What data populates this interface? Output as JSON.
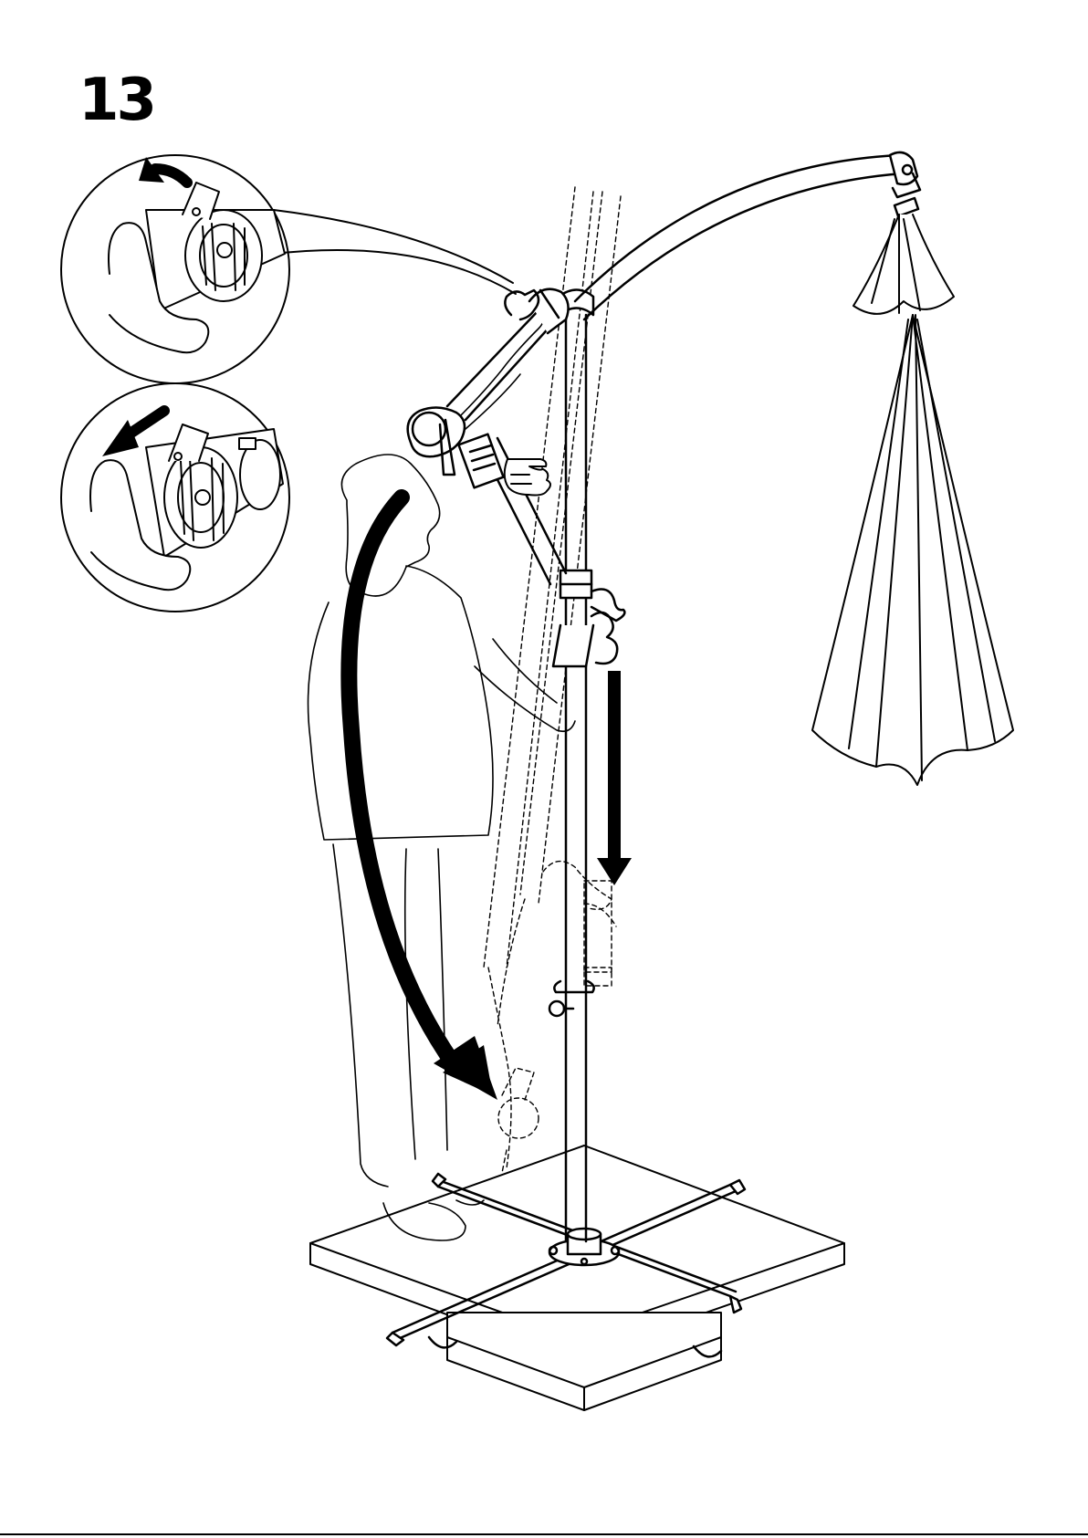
{
  "step": {
    "number": "13"
  },
  "illustration": {
    "subject": "cantilever-umbrella-lowering",
    "detail_insets": [
      "lever-release-inset",
      "lever-lock-inset"
    ],
    "icons": [
      "arrow-icon",
      "pointing-hand-icon",
      "down-arrow-icon",
      "curved-arrow-icon"
    ]
  },
  "colors": {
    "ink": "#000000",
    "paper": "#ffffff"
  }
}
